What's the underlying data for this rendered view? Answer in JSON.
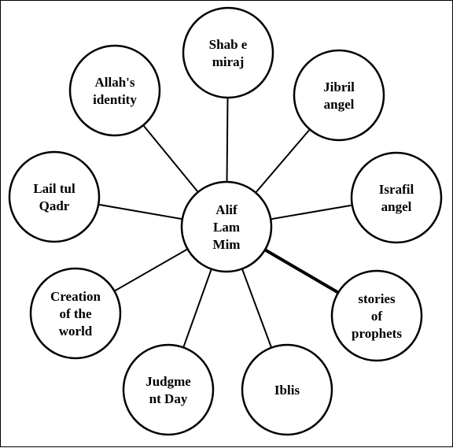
{
  "diagram": {
    "center": {
      "id": "center",
      "lines": [
        "Alif",
        "Lam",
        "Mim"
      ]
    },
    "nodes": [
      {
        "id": "shab-e-miraj",
        "lines": [
          "Shab e",
          "miraj"
        ]
      },
      {
        "id": "jibril-angel",
        "lines": [
          "Jibril",
          "angel"
        ]
      },
      {
        "id": "israfil-angel",
        "lines": [
          "Israfil",
          "angel"
        ]
      },
      {
        "id": "stories-of-prophets",
        "lines": [
          "stories",
          "of",
          "prophets"
        ]
      },
      {
        "id": "iblis",
        "lines": [
          "Iblis"
        ]
      },
      {
        "id": "judgment-day",
        "lines": [
          "Judgme",
          "nt Day"
        ]
      },
      {
        "id": "creation-of-the-world",
        "lines": [
          "Creation",
          "of the",
          "world"
        ]
      },
      {
        "id": "lail-tul-qadr",
        "lines": [
          "Lail tul",
          "Qadr"
        ]
      },
      {
        "id": "allahs-identity",
        "lines": [
          "Allah's",
          "identity"
        ]
      }
    ],
    "edges": [
      {
        "from": "center",
        "to": "shab-e-miraj",
        "emphasis": false
      },
      {
        "from": "center",
        "to": "jibril-angel",
        "emphasis": false
      },
      {
        "from": "center",
        "to": "israfil-angel",
        "emphasis": false
      },
      {
        "from": "center",
        "to": "stories-of-prophets",
        "emphasis": true
      },
      {
        "from": "center",
        "to": "iblis",
        "emphasis": false
      },
      {
        "from": "center",
        "to": "judgment-day",
        "emphasis": false
      },
      {
        "from": "center",
        "to": "creation-of-the-world",
        "emphasis": false
      },
      {
        "from": "center",
        "to": "lail-tul-qadr",
        "emphasis": false
      },
      {
        "from": "center",
        "to": "allahs-identity",
        "emphasis": false
      }
    ],
    "colors": {
      "stroke": "#000000",
      "fill": "#ffffff",
      "background": "#ffffff"
    }
  }
}
